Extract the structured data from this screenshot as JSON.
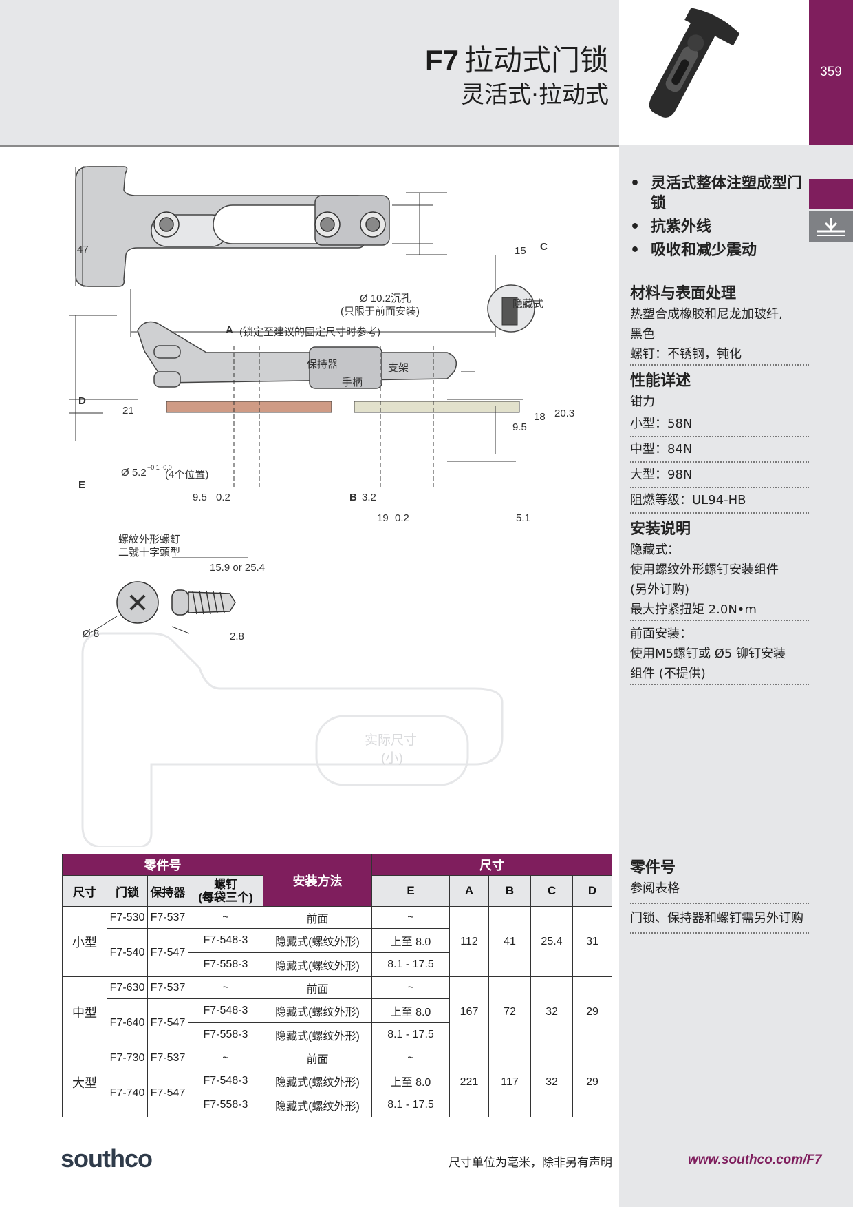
{
  "header": {
    "model": "F7",
    "title": "拉动式门锁",
    "subtitle": "灵活式·拉动式",
    "page_number": "359"
  },
  "features": [
    "灵活式整体注塑成型门锁",
    "抗紫外线",
    "吸收和减少震动"
  ],
  "materials": {
    "heading": "材料与表面处理",
    "lines": [
      "热塑合成橡胶和尼龙加玻纤,",
      "黑色",
      "螺钉：不锈钢，钝化"
    ]
  },
  "performance": {
    "heading": "性能详述",
    "lines": [
      "钳力",
      "小型：58N",
      "中型：84N",
      "大型：98N",
      "阻燃等级：UL94-HB"
    ]
  },
  "installation": {
    "heading": "安装说明",
    "lines": [
      "隐藏式：",
      "使用螺纹外形螺钉安装组件",
      "(另外订购)",
      "最大拧紧扭矩 2.0N•m",
      "前面安装：",
      "使用M5螺钉或 Ø5 铆钉安装",
      "组件 (不提供)"
    ]
  },
  "part_numbers": {
    "heading": "零件号",
    "lines": [
      "参阅表格",
      "门锁、保持器和螺钉需另外订购"
    ]
  },
  "drawing": {
    "dim_47": "47",
    "dim_15": "15",
    "dim_C": "C",
    "countersink": "Ø 10.2沉孔",
    "front_only": "(只限于前面安装)",
    "concealed": "隐藏式",
    "dim_A": "A",
    "dim_A_note": "(锁定至建议的固定尺寸时参考)",
    "retainer": "保持器",
    "handle": "手柄",
    "bracket": "支架",
    "dim_D": "D",
    "dim_21": "21",
    "dim_18": "18",
    "dim_203": "20.3",
    "dim_95": "9.5",
    "hole": "Ø 5.2",
    "hole_tol": "+0.1 -0.0",
    "hole_positions": "(4个位置)",
    "dim_E": "E",
    "dim_95b": "9.5",
    "dim_02a": "0.2",
    "dim_B": "B",
    "dim_32": "3.2",
    "dim_19": "19",
    "dim_02b": "0.2",
    "dim_51": "5.1",
    "screw_label1": "螺紋外形螺釘",
    "screw_label2": "二號十字頭型",
    "screw_len": "15.9 or 25.4",
    "screw_dia": "Ø 8",
    "screw_head": "2.8",
    "actual_size1": "实际尺寸",
    "actual_size2": "(小)"
  },
  "table": {
    "group_part": "零件号",
    "group_dim": "尺寸",
    "col_size": "尺寸",
    "col_latch": "门锁",
    "col_retainer": "保持器",
    "col_screw": "螺钉\n(每袋三个)",
    "col_install": "安装方法",
    "col_E": "E",
    "col_A": "A",
    "col_B": "B",
    "col_C": "C",
    "col_D": "D",
    "groups": [
      {
        "size": "小型",
        "rows": [
          {
            "latch": "F7-530",
            "retainer": "F7-537",
            "screw": "~",
            "install": "前面",
            "E": "~"
          },
          {
            "latch": "F7-540",
            "retainer": "F7-547",
            "screw": "F7-548-3",
            "install": "隐藏式(螺纹外形)",
            "E": "上至 8.0"
          },
          {
            "screw": "F7-558-3",
            "install": "隐藏式(螺纹外形)",
            "E": "8.1 - 17.5"
          }
        ],
        "A": "112",
        "B": "41",
        "C": "25.4",
        "D": "31"
      },
      {
        "size": "中型",
        "rows": [
          {
            "latch": "F7-630",
            "retainer": "F7-537",
            "screw": "~",
            "install": "前面",
            "E": "~"
          },
          {
            "latch": "F7-640",
            "retainer": "F7-547",
            "screw": "F7-548-3",
            "install": "隐藏式(螺纹外形)",
            "E": "上至 8.0"
          },
          {
            "screw": "F7-558-3",
            "install": "隐藏式(螺纹外形)",
            "E": "8.1 - 17.5"
          }
        ],
        "A": "167",
        "B": "72",
        "C": "32",
        "D": "29"
      },
      {
        "size": "大型",
        "rows": [
          {
            "latch": "F7-730",
            "retainer": "F7-537",
            "screw": "~",
            "install": "前面",
            "E": "~"
          },
          {
            "latch": "F7-740",
            "retainer": "F7-547",
            "screw": "F7-548-3",
            "install": "隐藏式(螺纹外形)",
            "E": "上至 8.0"
          },
          {
            "screw": "F7-558-3",
            "install": "隐藏式(螺纹外形)",
            "E": "8.1 - 17.5"
          }
        ],
        "A": "221",
        "B": "117",
        "C": "32",
        "D": "29"
      }
    ]
  },
  "footer": {
    "logo": "southco",
    "note": "尺寸单位为毫米，除非另有声明",
    "url": "www.southco.com/F7"
  }
}
